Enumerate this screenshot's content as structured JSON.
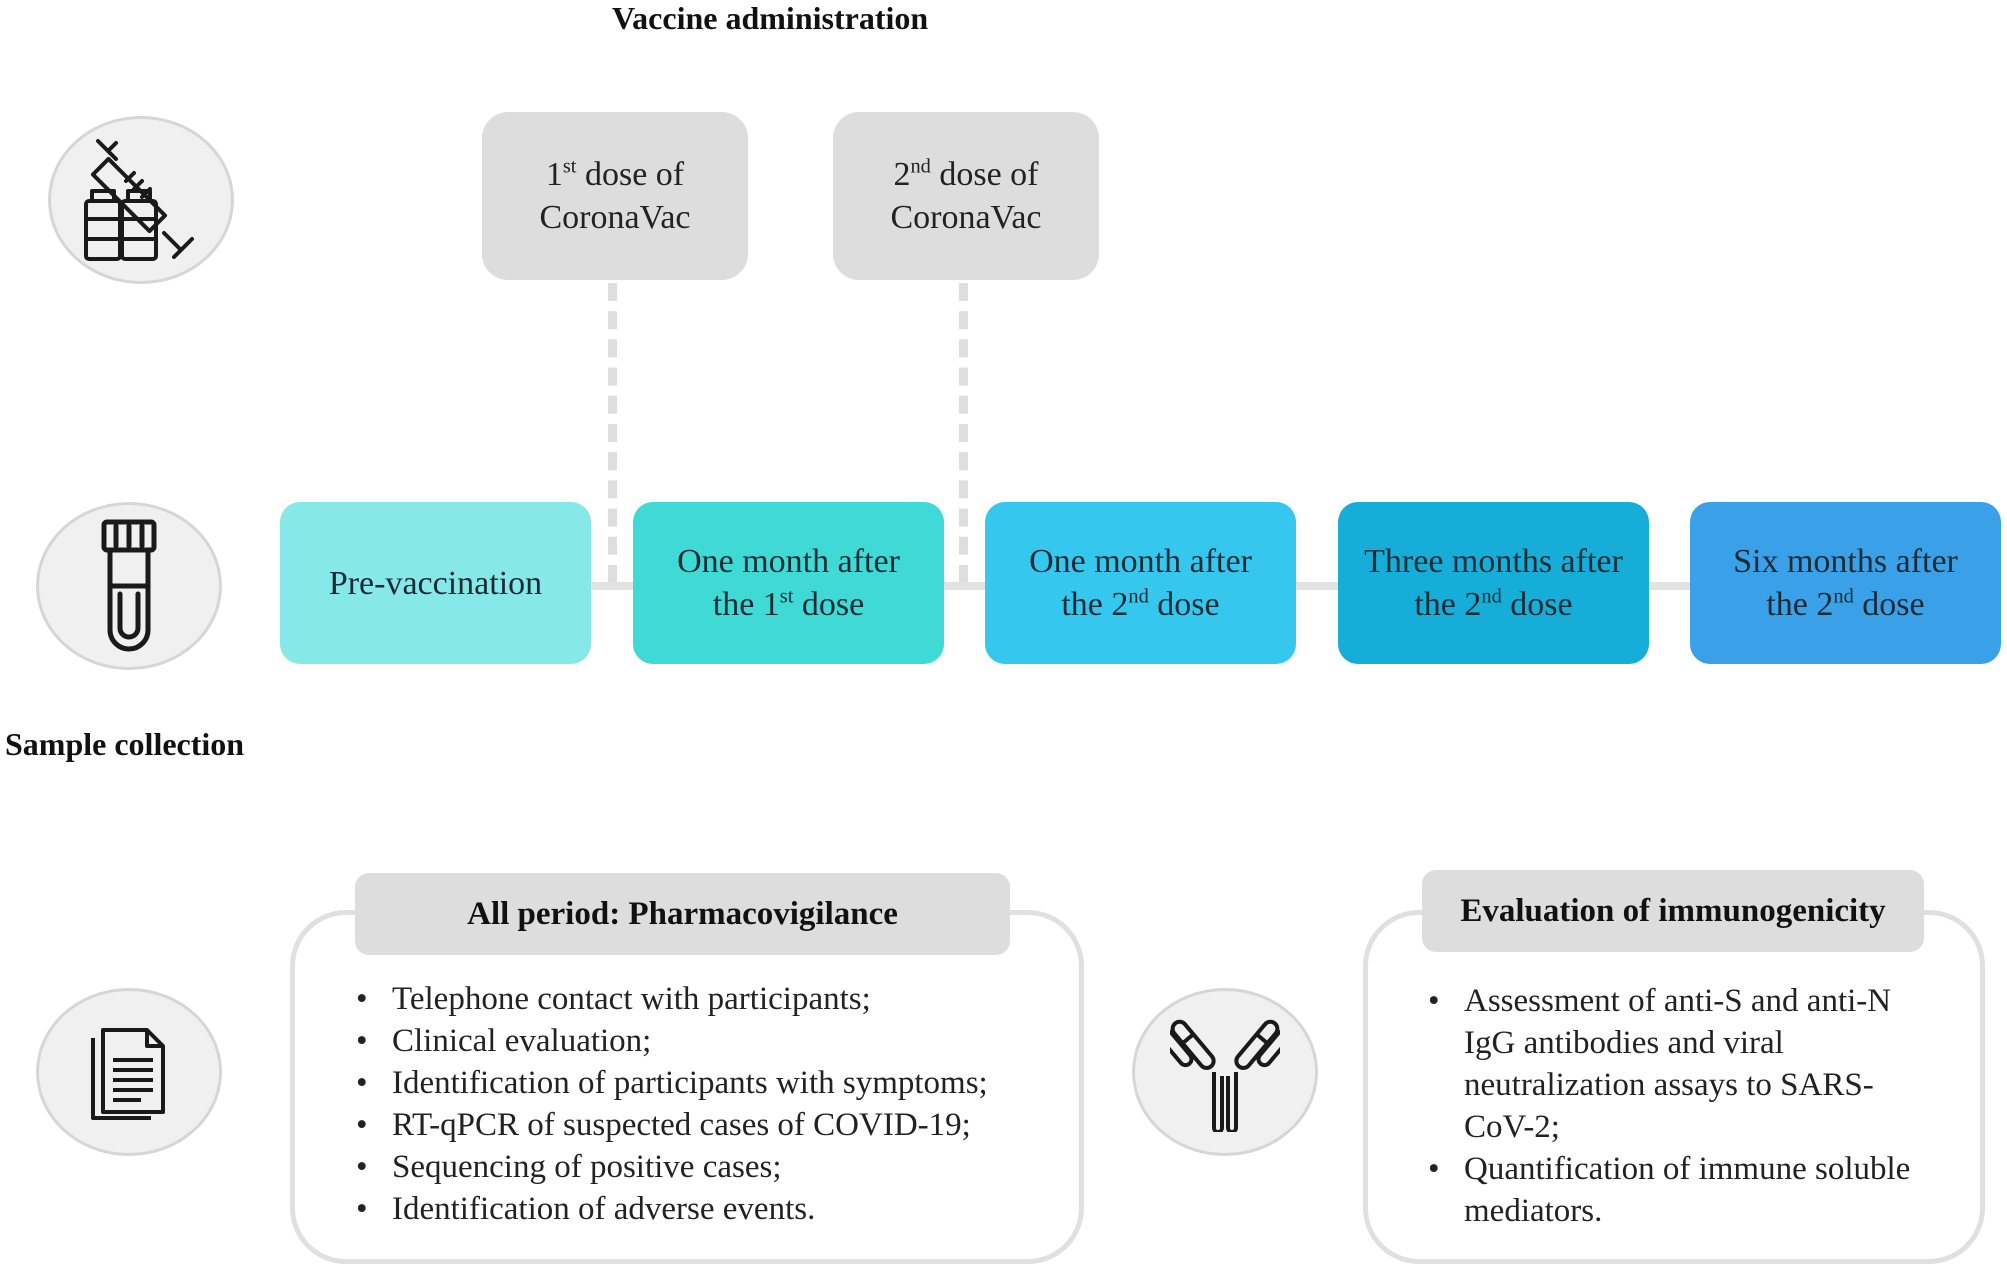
{
  "headings": {
    "vaccine_administration": "Vaccine administration",
    "sample_collection": "Sample collection"
  },
  "icons": {
    "syringe": "syringe-vials-icon",
    "tube": "test-tube-icon",
    "document": "document-icon",
    "antibody": "antibody-icon"
  },
  "doses": [
    {
      "pre": "1",
      "sup": "st",
      "post": " dose of",
      "line2": "CoronaVac"
    },
    {
      "pre": "2",
      "sup": "nd",
      "post": " dose of",
      "line2": "CoronaVac"
    }
  ],
  "phases": [
    {
      "line1": "Pre-vaccination",
      "line2_pre": "",
      "line2_sup": "",
      "line2_post": "",
      "color": "#86e8e8"
    },
    {
      "line1": "One month after",
      "line2_pre": "the 1",
      "line2_sup": "st",
      "line2_post": " dose",
      "color": "#3fd9d6"
    },
    {
      "line1": "One month after",
      "line2_pre": "the 2",
      "line2_sup": "nd",
      "line2_post": " dose",
      "color": "#36c7ef"
    },
    {
      "line1": "Three months after",
      "line2_pre": "the 2",
      "line2_sup": "nd",
      "line2_post": " dose",
      "color": "#16aed8"
    },
    {
      "line1": "Six months after",
      "line2_pre": "the 2",
      "line2_sup": "nd",
      "line2_post": " dose",
      "color": "#3aa0e8"
    }
  ],
  "pharmacovigilance": {
    "title": "All period: Pharmacovigilance",
    "items": [
      "Telephone contact with participants;",
      "Clinical evaluation;",
      "Identification of participants with symptoms;",
      "RT-qPCR of suspected cases of COVID-19;",
      "Sequencing of positive cases;",
      "Identification of adverse events."
    ]
  },
  "immunogenicity": {
    "title": "Evaluation of immunogenicity",
    "items": [
      [
        "Assessment of anti-S and anti-N",
        "IgG antibodies and viral",
        "neutralization assays to SARS-",
        "CoV-2;"
      ],
      [
        "Quantification of immune soluble",
        "mediators."
      ]
    ]
  }
}
